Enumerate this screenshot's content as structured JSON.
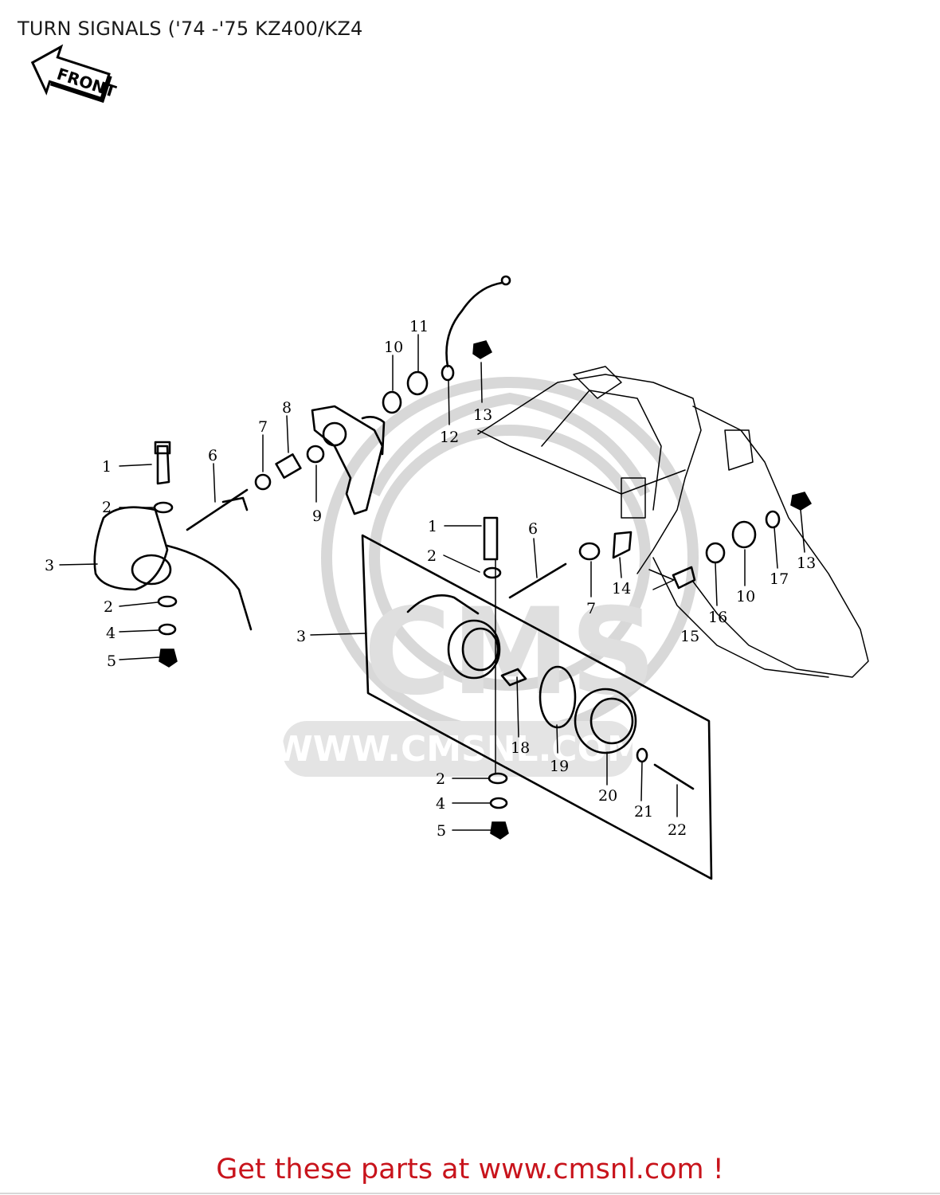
{
  "title": "TURN SIGNALS ('74 -'75 KZ400/KZ4",
  "front_badge": "FRONT",
  "watermark": {
    "logo_text": "CMS",
    "url_text": "WWW.CMSNL.COM"
  },
  "labels": {
    "l1a": "1",
    "l2a": "2",
    "l3a": "3",
    "l2b": "2",
    "l4a": "4",
    "l5a": "5",
    "l6a": "6",
    "l7a": "7",
    "l8": "8",
    "l9": "9",
    "l10a": "10",
    "l11": "11",
    "l12": "12",
    "l13a": "13",
    "l1b": "1",
    "l2c": "2",
    "l3b": "3",
    "l6b": "6",
    "l7b": "7",
    "l14": "14",
    "l10b": "10",
    "l13b": "13",
    "l17": "17",
    "l16": "16",
    "l15": "15",
    "l18": "18",
    "l19": "19",
    "l20": "20",
    "l21": "21",
    "l22": "22",
    "l2d": "2",
    "l4b": "4",
    "l5b": "5"
  },
  "footer": "Get these parts at www.cmsnl.com !"
}
